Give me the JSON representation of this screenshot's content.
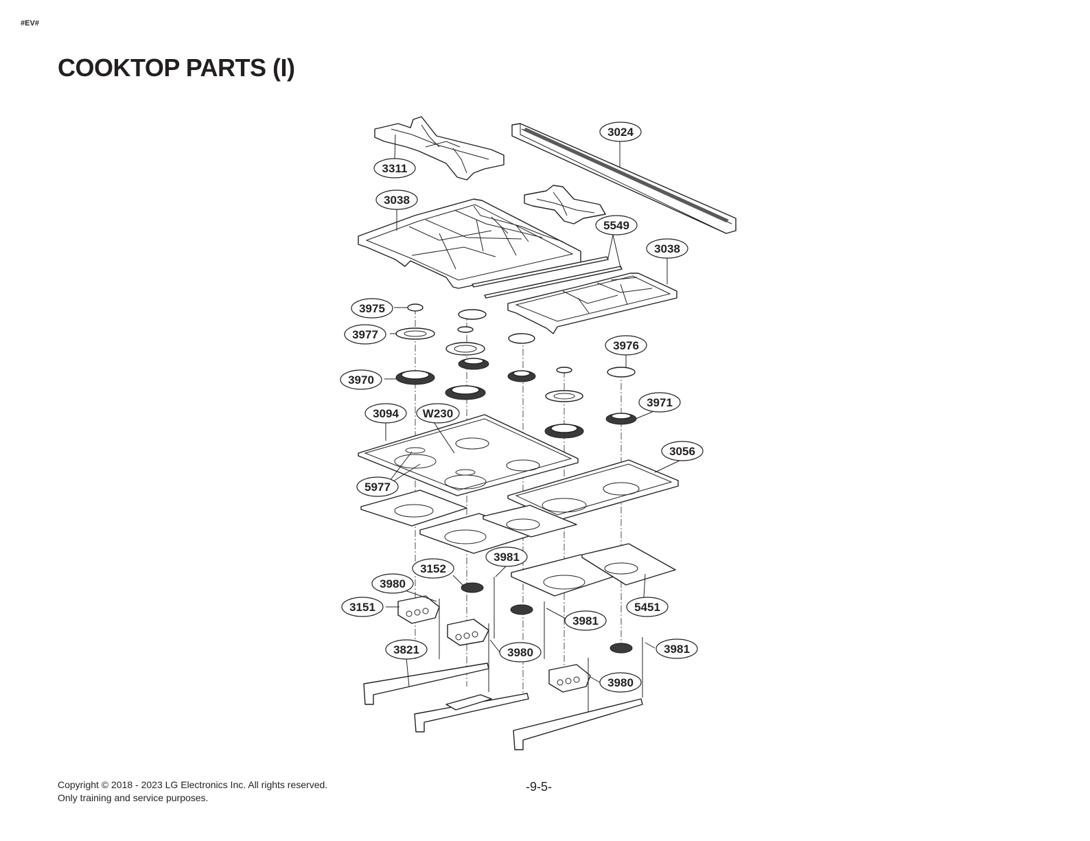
{
  "header": {
    "tag": "#EV#",
    "title": "COOKTOP PARTS (I)"
  },
  "diagram": {
    "callouts": [
      {
        "id": "3311",
        "text": "3311"
      },
      {
        "id": "3024",
        "text": "3024"
      },
      {
        "id": "3038a",
        "text": "3038"
      },
      {
        "id": "5549",
        "text": "5549"
      },
      {
        "id": "3038b",
        "text": "3038"
      },
      {
        "id": "3975",
        "text": "3975"
      },
      {
        "id": "3977",
        "text": "3977"
      },
      {
        "id": "3976",
        "text": "3976"
      },
      {
        "id": "3970",
        "text": "3970"
      },
      {
        "id": "3971",
        "text": "3971"
      },
      {
        "id": "3094",
        "text": "3094"
      },
      {
        "id": "W230",
        "text": "W230"
      },
      {
        "id": "3056",
        "text": "3056"
      },
      {
        "id": "5977",
        "text": "5977"
      },
      {
        "id": "3981a",
        "text": "3981"
      },
      {
        "id": "3152",
        "text": "3152"
      },
      {
        "id": "3980a",
        "text": "3980"
      },
      {
        "id": "3151",
        "text": "3151"
      },
      {
        "id": "5451",
        "text": "5451"
      },
      {
        "id": "3981b",
        "text": "3981"
      },
      {
        "id": "3821",
        "text": "3821"
      },
      {
        "id": "3980b",
        "text": "3980"
      },
      {
        "id": "3981c",
        "text": "3981"
      },
      {
        "id": "3980c",
        "text": "3980"
      }
    ]
  },
  "footer": {
    "copyright_line1": "Copyright © 2018 - 2023 LG Electronics Inc. All rights reserved.",
    "copyright_line2": "Only training and service purposes.",
    "page_number": "-9-5-"
  }
}
